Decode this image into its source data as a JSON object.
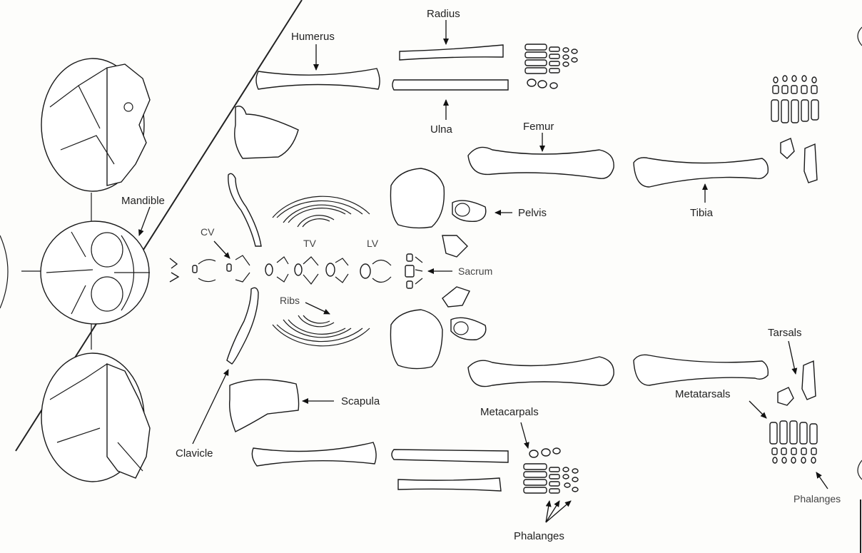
{
  "labels": {
    "radius": "Radius",
    "humerus": "Humerus",
    "ulna": "Ulna",
    "femur": "Femur",
    "mandible": "Mandible",
    "pelvis": "Pelvis",
    "tibia": "Tibia",
    "cv": "CV",
    "tv": "TV",
    "lv": "LV",
    "sacrum": "Sacrum",
    "ribs": "Ribs",
    "tarsals": "Tarsals",
    "metacarpals": "Metacarpals",
    "metatarsals": "Metatarsals",
    "scapula": "Scapula",
    "clavicle": "Clavicle",
    "phalanges_foot": "Phalanges",
    "phalanges_hand": "Phalanges"
  },
  "colors": {
    "line": "#1a1a1a",
    "paper": "#fdfdfb"
  }
}
